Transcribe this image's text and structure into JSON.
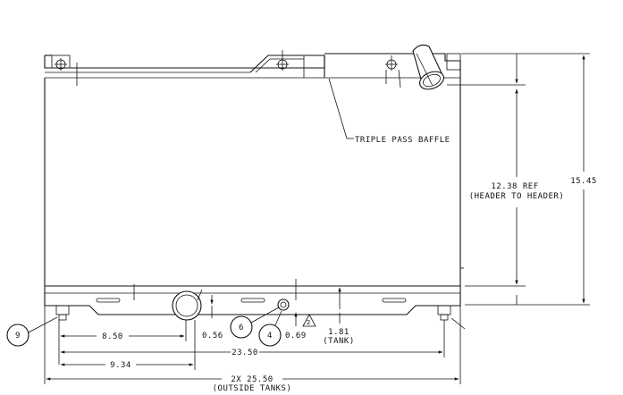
{
  "labels": {
    "baffle": "TRIPLE PASS BAFFLE",
    "header_dim": "12.38 REF",
    "header_note": "(HEADER TO HEADER)",
    "height_dim": "15.45",
    "dim_850": "8.50",
    "dim_934": "9.34",
    "dim_2350": "23.50",
    "dim_total": "2X 25.50",
    "dim_total_note": "(OUTSIDE TANKS)",
    "dim_056": "0.56",
    "dim_069": "0.69",
    "dim_181": "1.81",
    "dim_181_note": "(TANK)",
    "rev_flag": "2"
  },
  "balloons": [
    {
      "id": "balloon-9",
      "label": "9"
    },
    {
      "id": "balloon-6",
      "label": "6"
    },
    {
      "id": "balloon-4",
      "label": "4"
    }
  ]
}
